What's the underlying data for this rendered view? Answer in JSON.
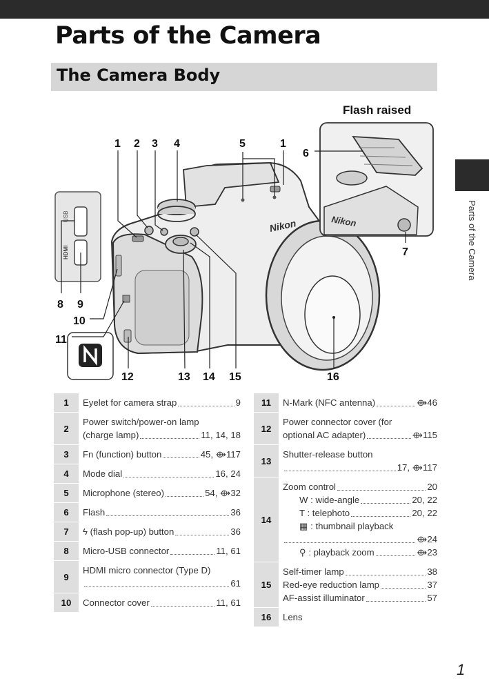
{
  "page_title": "Parts of the Camera",
  "section_title": "The Camera Body",
  "side_tab_label": "Parts of the Camera",
  "flash_caption": "Flash raised",
  "brand_text": "Nikon",
  "usb_label": "USB",
  "hdmi_label": "HDMI",
  "callouts": {
    "c1a": "1",
    "c2": "2",
    "c3": "3",
    "c4": "4",
    "c5": "5",
    "c1b": "1",
    "c6": "6",
    "c7": "7",
    "c8": "8",
    "c9": "9",
    "c10": "10",
    "c11": "11",
    "c12": "12",
    "c13": "13",
    "c14": "14",
    "c15": "15",
    "c16": "16"
  },
  "left_parts": [
    {
      "num": "1",
      "lines": [
        {
          "label": "Eyelet for camera strap",
          "page": "9"
        }
      ]
    },
    {
      "num": "2",
      "lines": [
        {
          "label": "Power switch/power-on lamp",
          "page": ""
        },
        {
          "label": "(charge lamp)",
          "page": "11, 14, 18"
        }
      ]
    },
    {
      "num": "3",
      "lines": [
        {
          "label": "Fn (function) button",
          "page": "45, ⟴117"
        }
      ]
    },
    {
      "num": "4",
      "lines": [
        {
          "label": "Mode dial",
          "page": "16, 24"
        }
      ]
    },
    {
      "num": "5",
      "lines": [
        {
          "label": "Microphone (stereo)",
          "page": "54, ⟴32"
        }
      ]
    },
    {
      "num": "6",
      "lines": [
        {
          "label": "Flash",
          "page": "36"
        }
      ]
    },
    {
      "num": "7",
      "lines": [
        {
          "label": "ϟ (flash pop-up) button",
          "page": "36"
        }
      ]
    },
    {
      "num": "8",
      "lines": [
        {
          "label": "Micro-USB connector",
          "page": "11, 61"
        }
      ]
    },
    {
      "num": "9",
      "lines": [
        {
          "label": "HDMI micro connector (Type D)",
          "page": ""
        },
        {
          "label": "",
          "page": "61"
        }
      ]
    },
    {
      "num": "10",
      "lines": [
        {
          "label": "Connector cover",
          "page": "11, 61"
        }
      ]
    }
  ],
  "right_parts": [
    {
      "num": "11",
      "lines": [
        {
          "label": "N-Mark (NFC antenna)",
          "page": "⟴46"
        }
      ]
    },
    {
      "num": "12",
      "lines": [
        {
          "label": "Power connector cover (for",
          "page": ""
        },
        {
          "label": "optional AC adapter)",
          "page": "⟴115"
        }
      ]
    },
    {
      "num": "13",
      "lines": [
        {
          "label": "Shutter-release button",
          "page": ""
        },
        {
          "label": "",
          "page": "17, ⟴117"
        }
      ]
    },
    {
      "num": "14",
      "lines": [
        {
          "label": "Zoom control",
          "page": "20"
        },
        {
          "label": "W : wide-angle",
          "page": "20, 22"
        },
        {
          "label": "T : telephoto",
          "page": "20, 22"
        },
        {
          "label": "▦ : thumbnail playback",
          "page": ""
        },
        {
          "label": "",
          "page": "⟴24"
        },
        {
          "label": "⚲ : playback zoom",
          "page": "⟴23"
        }
      ]
    },
    {
      "num": "15",
      "lines": [
        {
          "label": "Self-timer lamp",
          "page": "38"
        },
        {
          "label": "Red-eye reduction lamp",
          "page": "37"
        },
        {
          "label": "AF-assist illuminator",
          "page": "57"
        }
      ]
    },
    {
      "num": "16",
      "lines": [
        {
          "label": "Lens",
          "page": ""
        }
      ]
    }
  ],
  "page_number": "1"
}
